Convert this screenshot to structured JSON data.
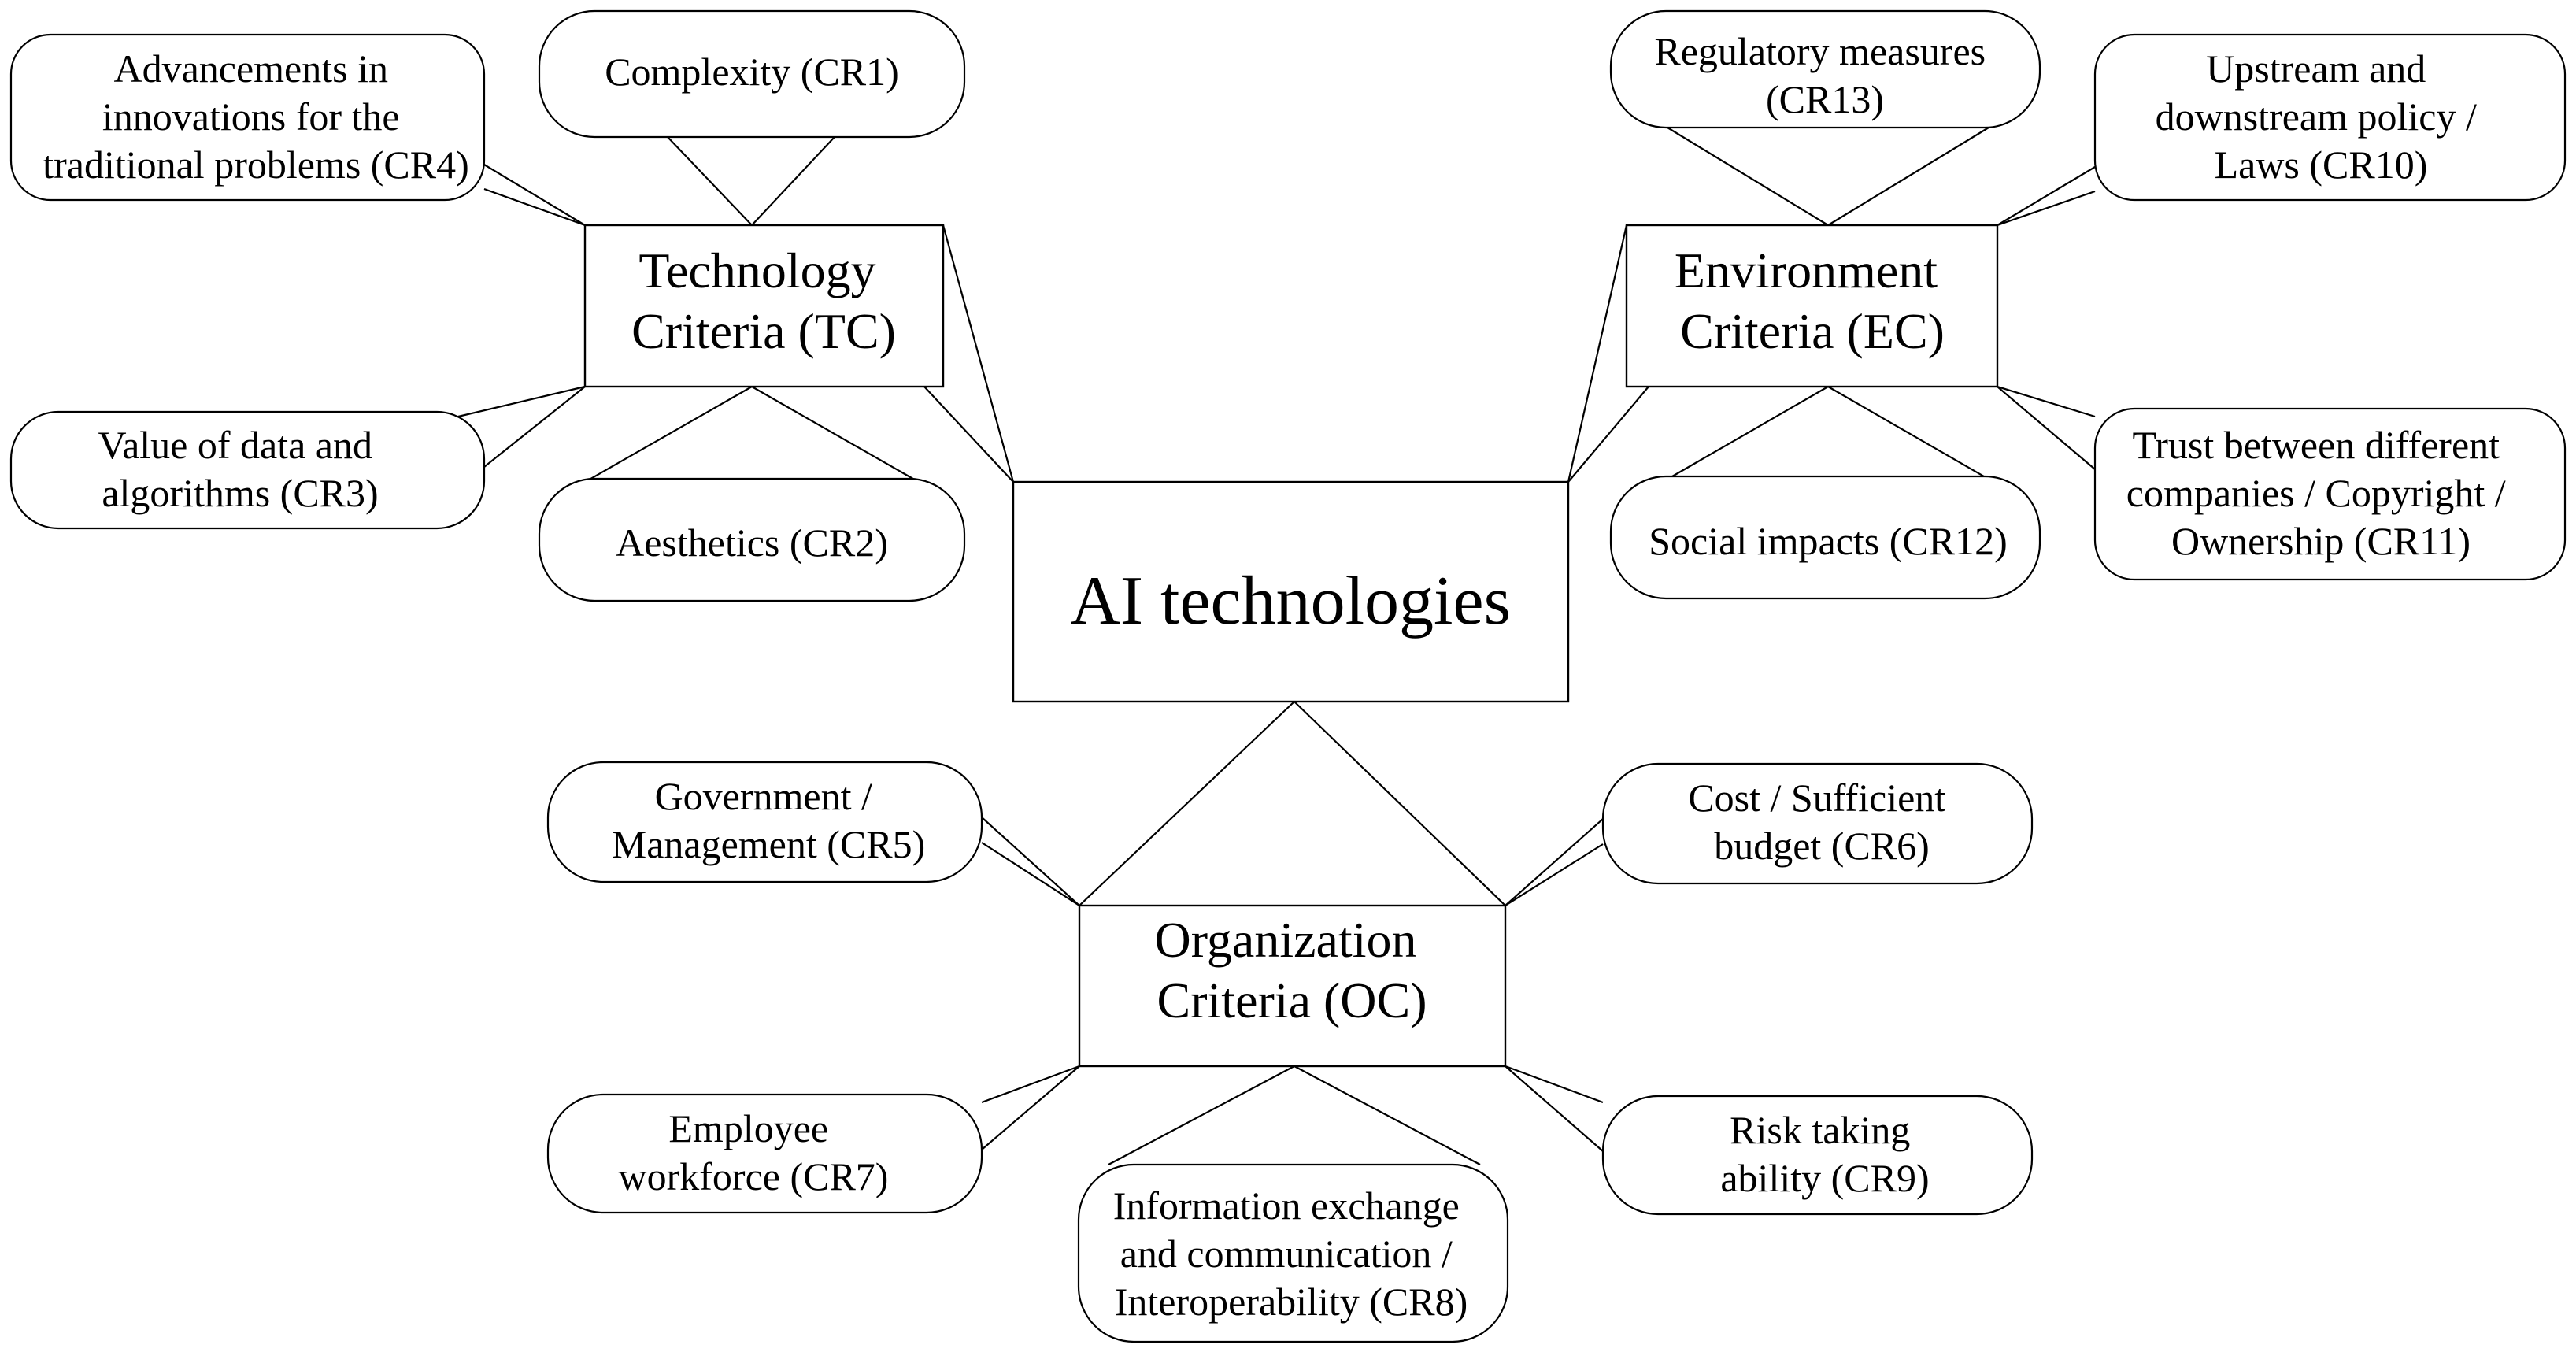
{
  "root": {
    "label": "AI technologies"
  },
  "categories": {
    "tc": {
      "lines": [
        "Technology",
        "Criteria (TC)"
      ],
      "criteria": {
        "cr1": {
          "lines": [
            "Complexity (CR1)"
          ]
        },
        "cr2": {
          "lines": [
            "Aesthetics (CR2)"
          ]
        },
        "cr3": {
          "lines": [
            "Value of data and",
            "algorithms (CR3)"
          ]
        },
        "cr4": {
          "lines": [
            "Advancements in",
            "innovations for the",
            "traditional problems (CR4)"
          ]
        }
      }
    },
    "ec": {
      "lines": [
        "Environment",
        "Criteria (EC)"
      ],
      "criteria": {
        "cr10": {
          "lines": [
            "Upstream and",
            "downstream policy /",
            "Laws (CR10)"
          ]
        },
        "cr11": {
          "lines": [
            "Trust between different",
            "companies / Copyright /",
            "Ownership (CR11)"
          ]
        },
        "cr12": {
          "lines": [
            "Social impacts (CR12)"
          ]
        },
        "cr13": {
          "lines": [
            "Regulatory measures",
            "(CR13)"
          ]
        }
      }
    },
    "oc": {
      "lines": [
        "Organization",
        "Criteria (OC)"
      ],
      "criteria": {
        "cr5": {
          "lines": [
            "Government /",
            "Management (CR5)"
          ]
        },
        "cr6": {
          "lines": [
            "Cost / Sufficient",
            "budget (CR6)"
          ]
        },
        "cr7": {
          "lines": [
            "Employee",
            "workforce (CR7)"
          ]
        },
        "cr8": {
          "lines": [
            "Information exchange",
            "and communication /",
            "Interoperability (CR8)"
          ]
        },
        "cr9": {
          "lines": [
            "Risk taking",
            "ability (CR9)"
          ]
        }
      }
    }
  }
}
